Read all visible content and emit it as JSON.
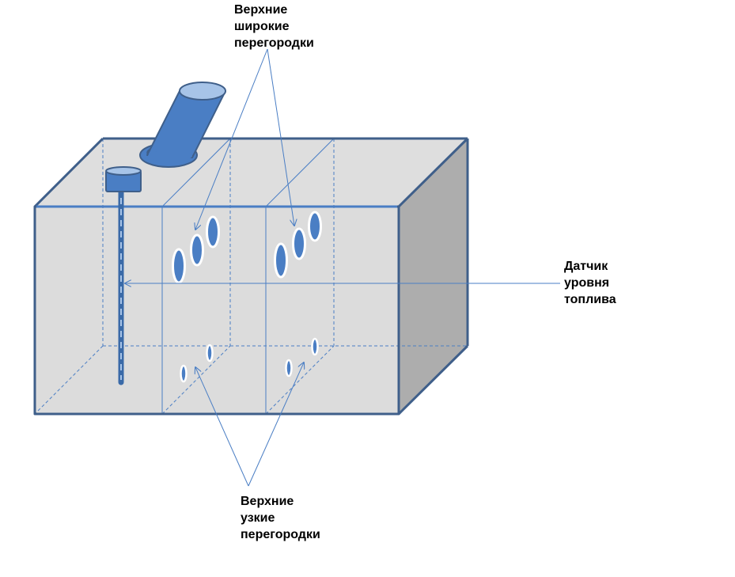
{
  "labels": {
    "upper_wide_partitions": [
      "Верхние",
      "широкие",
      "перегородки"
    ],
    "fuel_level_sensor": [
      "Датчик",
      "уровня",
      "топлива"
    ],
    "upper_narrow_partitions": [
      "Верхние",
      "узкие",
      "перегородки"
    ]
  },
  "colors": {
    "tank_front": "#dcdcdc",
    "tank_top": "#dedede",
    "tank_side": "#adadad",
    "tank_outline": "#3f5f8a",
    "accent_blue": "#4a7ec4",
    "accent_blue_light": "#a7c4e8",
    "accent_blue_dark": "#3a6aa8",
    "arrow_line": "#4a7ec4",
    "hidden_edges": "#4a7ec4"
  },
  "icons": {
    "filler_neck": "filler-neck-icon",
    "sensor_head": "sensor-head-icon"
  }
}
